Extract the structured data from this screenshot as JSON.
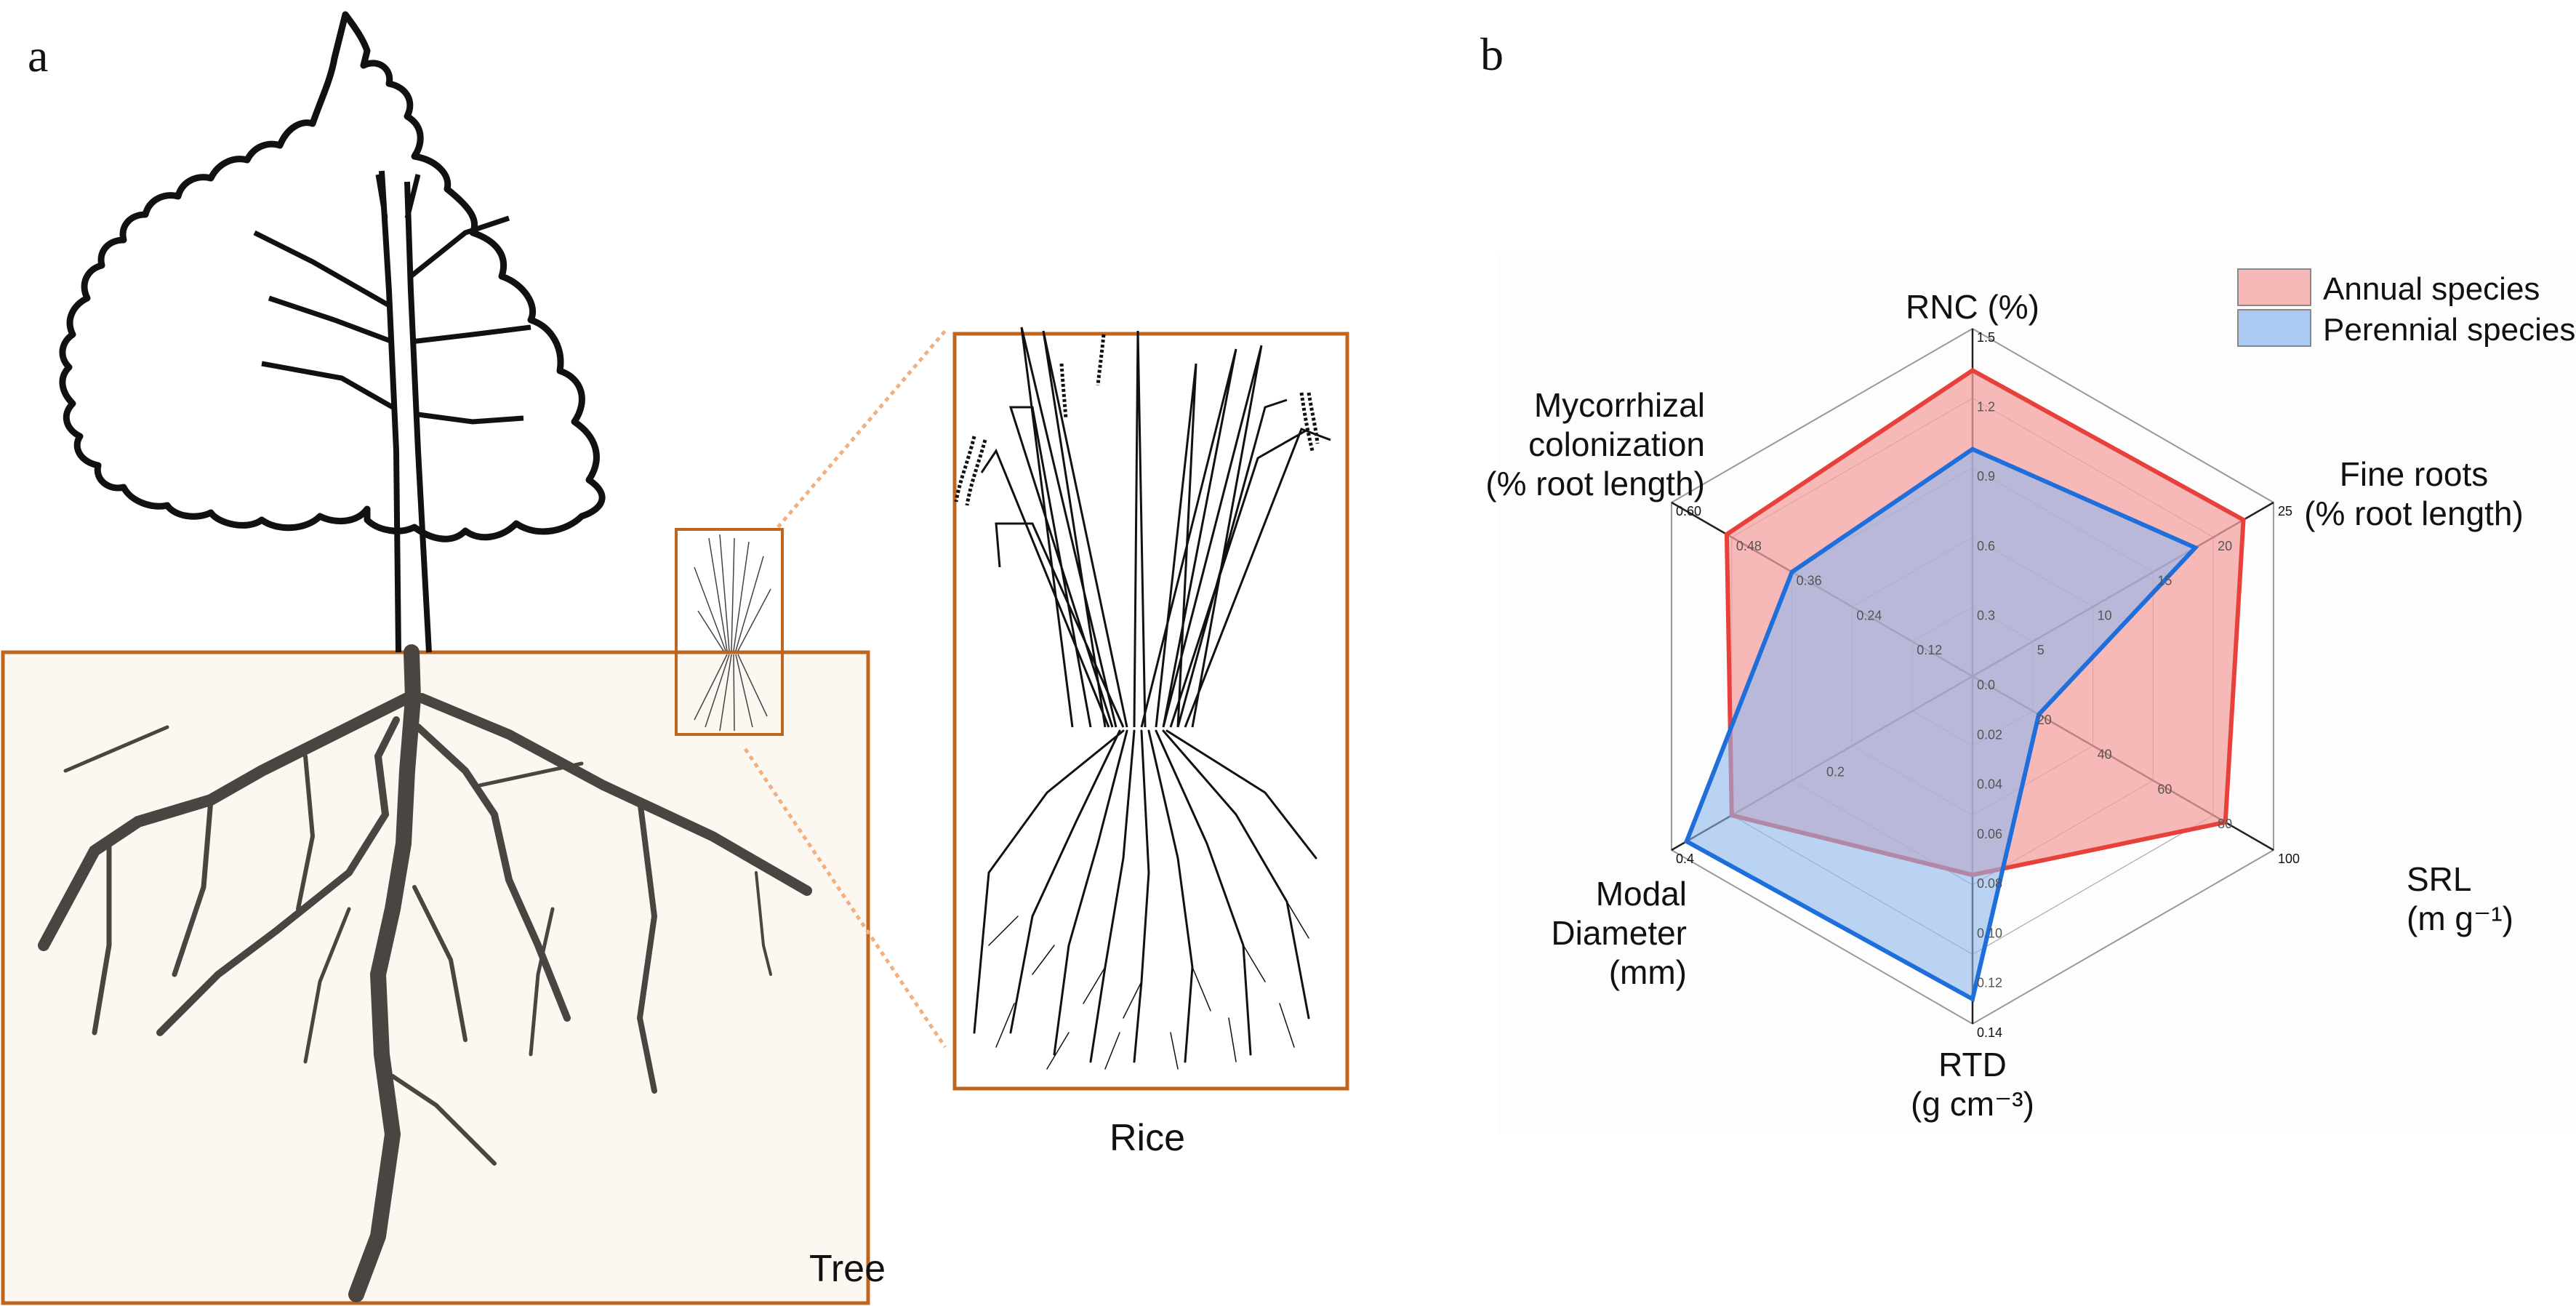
{
  "panel_a": {
    "label": "a",
    "tree_caption": "Tree",
    "rice_caption": "Rice",
    "frame_color": "#c0651e",
    "soil_color": "#fdf7f2",
    "root_color": "#4a4540",
    "zoom_line_color": "#f0b080"
  },
  "panel_b": {
    "label": "b"
  },
  "chart_data": {
    "type": "radar",
    "title": "",
    "axes": [
      {
        "name": "RNC (%)",
        "lines": [
          "RNC (%)"
        ],
        "range": [
          0,
          1.5
        ],
        "ticks": [
          "0.0",
          "0.3",
          "0.6",
          "0.9",
          "1.2",
          "1.5"
        ]
      },
      {
        "name": "Fine roots (% root length)",
        "lines": [
          "Fine roots",
          "(% root length)"
        ],
        "range": [
          0,
          25
        ],
        "ticks": [
          "",
          "5",
          "10",
          "15",
          "20",
          "25"
        ]
      },
      {
        "name": "SRL (m g-1)",
        "lines": [
          "SRL",
          "(m g⁻¹)"
        ],
        "range": [
          0,
          100
        ],
        "ticks": [
          "",
          "20",
          "40",
          "60",
          "80",
          "100"
        ]
      },
      {
        "name": "RTD (g cm-3)",
        "lines": [
          "RTD",
          "(g cm⁻³)"
        ],
        "range": [
          0,
          0.14
        ],
        "ticks": [
          "",
          "0.02",
          "0.04",
          "0.06",
          "0.08",
          "0.10",
          "0.12",
          "0.14"
        ]
      },
      {
        "name": "Modal Diameter (mm)",
        "lines": [
          "Modal",
          "Diameter",
          "(mm)"
        ],
        "range": [
          0,
          0.4
        ],
        "ticks": [
          "",
          "",
          "0.2",
          "",
          "0.4"
        ]
      },
      {
        "name": "Mycorrhizal colonization (% root length)",
        "lines": [
          "Mycorrhizal",
          "colonization",
          "(% root length)"
        ],
        "range": [
          0,
          0.6
        ],
        "ticks": [
          "",
          "0.12",
          "0.24",
          "0.36",
          "0.48",
          "0.60"
        ]
      }
    ],
    "series": [
      {
        "name": "Annual species",
        "values": [
          1.32,
          22.5,
          84,
          0.08,
          0.32,
          0.49
        ],
        "fill": "#f4a0a0",
        "stroke": "#e8413c"
      },
      {
        "name": "Perennial species",
        "values": [
          0.98,
          18.5,
          22,
          0.13,
          0.38,
          0.36
        ],
        "fill": "#8fb8ec",
        "stroke": "#1e6fdc"
      }
    ],
    "grid": true,
    "legend": "top-right"
  }
}
